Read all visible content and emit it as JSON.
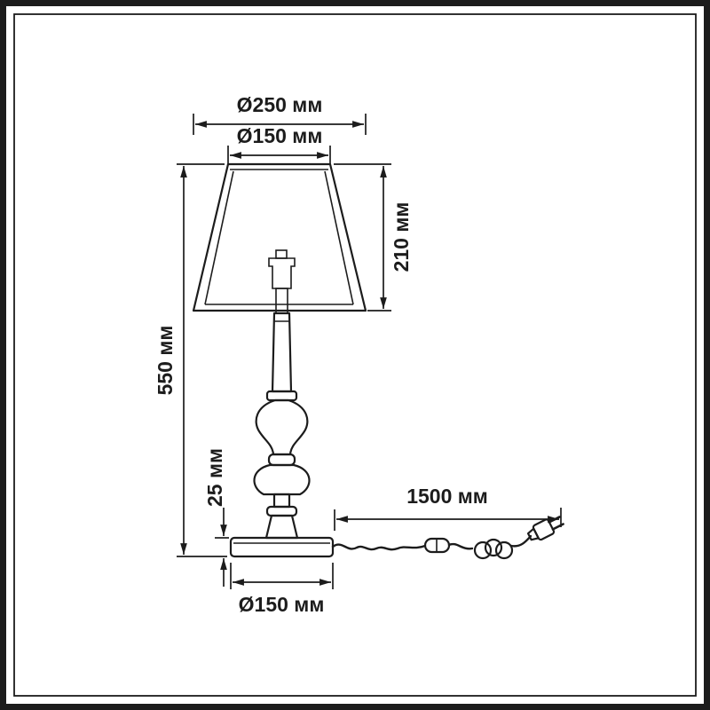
{
  "page": {
    "background": "#ffffff",
    "line_color": "#1c1c1c"
  },
  "diagram": {
    "labels": {
      "shade_bottom_diameter": "Ø250 мм",
      "shade_top_diameter": "Ø150 мм",
      "shade_height": "210 мм",
      "total_height": "550 мм",
      "base_height": "25 мм",
      "cord_length": "1500 мм",
      "base_diameter": "Ø150 мм"
    }
  }
}
